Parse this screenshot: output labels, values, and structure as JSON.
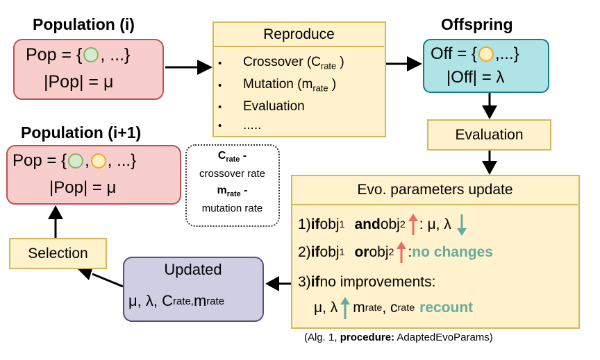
{
  "population_i": {
    "title": "Population (i)",
    "set_prefix": "Pop = {",
    "set_suffix": ", ...}",
    "size_line": "|Pop| = μ"
  },
  "reproduce": {
    "title": "Reproduce",
    "bullet": "•",
    "item1_prefix": "Crossover (C",
    "item1_sub": "rate",
    "item1_suffix": " )",
    "item2_prefix": "Mutation (m",
    "item2_sub": "rate",
    "item2_suffix": " )",
    "item3": "Evaluation",
    "item4": "....."
  },
  "offspring": {
    "title": "Offspring",
    "set_prefix": "Off = {",
    "set_suffix": ",...}",
    "size_line": "|Off| =  λ"
  },
  "evaluation": {
    "label": "Evaluation"
  },
  "population_next": {
    "title": "Population (i+1)",
    "set_prefix": "Pop = {",
    "set_mid": ",",
    "set_suffix": " , ...}",
    "size_line": "|Pop| = μ"
  },
  "legend": {
    "c_main": "C",
    "c_sub": "rate",
    "c_dash": " -",
    "c_desc": "crossover rate",
    "m_main": "m",
    "m_sub": "rate",
    "m_dash": " -",
    "m_desc": "mutation rate"
  },
  "evo_update": {
    "title": "Evo. parameters update",
    "r1_num": "1) ",
    "r1_if": "if",
    "r1_obj1": " obj",
    "r1_sub1": "1",
    "r1_and": "and",
    "r1_obj2": " obj",
    "r1_sub2": "2",
    "r1_after": ": μ, λ",
    "r2_num": "2) ",
    "r2_if": "if",
    "r2_obj1": " obj",
    "r2_sub1": "1",
    "r2_or": "or",
    "r2_obj2": " obj",
    "r2_sub2": "2",
    "r2_colon": " : ",
    "r2_result": "no changes",
    "r3_num": "3) ",
    "r3_if": "if",
    "r3_text": " no improvements:",
    "r4_text": "μ, λ",
    "r4_m": "m",
    "r4_msub": "rate",
    "r4_c": ", c",
    "r4_csub": "rate",
    "r4_result": "recount"
  },
  "caption": {
    "prefix": "(Alg. 1, ",
    "bold": "procedure:",
    "suffix": " AdaptedEvoParams)"
  },
  "updated": {
    "title": "Updated",
    "line_prefix": "μ, λ, C",
    "line_sub1": "rate, ",
    "line_m": "m",
    "line_sub2": "rate"
  },
  "selection": {
    "label": "Selection"
  },
  "colors": {
    "pop_fill": "#f8cecc",
    "pop_stroke": "#b85450",
    "yellow_fill": "#fff2cc",
    "yellow_stroke": "#d6b656",
    "off_fill": "#b0e3e6",
    "off_stroke": "#0e8088",
    "updated_fill": "#d0cee2",
    "updated_stroke": "#56517e",
    "teal": "#67ab9f",
    "red_arrow": "#ea6b66"
  }
}
